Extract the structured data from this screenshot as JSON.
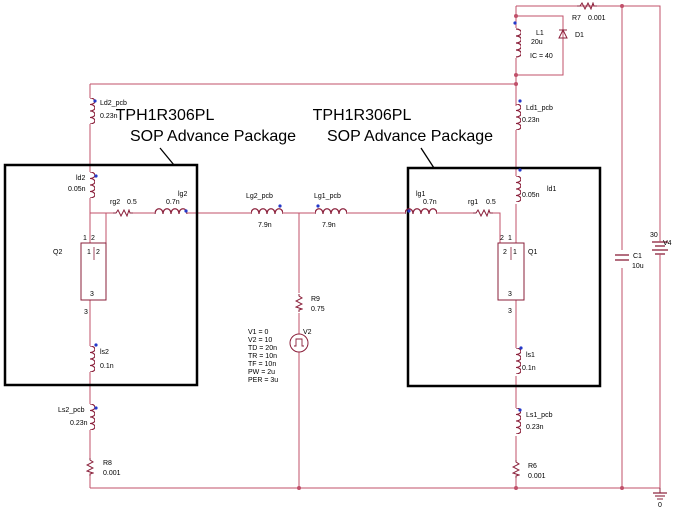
{
  "colors": {
    "wire": "#c0506a",
    "component": "#8a1f3a",
    "pin_dot": "#2438c8",
    "box": "#000000",
    "background": "#ffffff"
  },
  "annotations": {
    "left_title_1": "TPH1R306PL",
    "left_title_2": "SOP Advance Package",
    "right_title_1": "TPH1R306PL",
    "right_title_2": "SOP Advance Package"
  },
  "components": {
    "R7": {
      "name": "R7",
      "value": "0.001"
    },
    "L1": {
      "name": "L1",
      "value": "20u",
      "ic": "IC = 40"
    },
    "D1": {
      "name": "D1"
    },
    "Ld2_pcb": {
      "name": "Ld2_pcb",
      "value": "0.23n"
    },
    "Ld1_pcb": {
      "name": "Ld1_pcb",
      "value": "0.23n"
    },
    "ld2": {
      "name": "ld2",
      "value": "0.05n"
    },
    "ld1": {
      "name": "ld1",
      "value": "0.05n"
    },
    "rg2": {
      "name": "rg2",
      "value": "0.5"
    },
    "lg2": {
      "name": "lg2",
      "value": "0.7n"
    },
    "Lg2_pcb": {
      "name": "Lg2_pcb",
      "value": "7.9n"
    },
    "Lg1_pcb": {
      "name": "Lg1_pcb",
      "value": "7.9n"
    },
    "lg1": {
      "name": "lg1",
      "value": "0.7n"
    },
    "rg1": {
      "name": "rg1",
      "value": "0.5"
    },
    "Q2": {
      "name": "Q2"
    },
    "Q1": {
      "name": "Q1"
    },
    "R9": {
      "name": "R9",
      "value": "0.75"
    },
    "V2": {
      "name": "V2",
      "params": [
        "V1 = 0",
        "V2 = 10",
        "TD = 20n",
        "TR = 10n",
        "TF = 10n",
        "PW = 2u",
        "PER = 3u"
      ]
    },
    "ls2": {
      "name": "ls2",
      "value": "0.1n"
    },
    "ls1": {
      "name": "ls1",
      "value": "0.1n"
    },
    "Ls2_pcb": {
      "name": "Ls2_pcb",
      "value": "0.23n"
    },
    "Ls1_pcb": {
      "name": "Ls1_pcb",
      "value": "0.23n"
    },
    "R8": {
      "name": "R8",
      "value": "0.001"
    },
    "R6": {
      "name": "R6",
      "value": "0.001"
    },
    "C1": {
      "name": "C1",
      "value": "10u"
    },
    "V4": {
      "name": "V4",
      "value": "30"
    },
    "GND": {
      "name": "0"
    }
  },
  "pin_labels": {
    "p1": "1",
    "p2": "2",
    "p3": "3"
  }
}
